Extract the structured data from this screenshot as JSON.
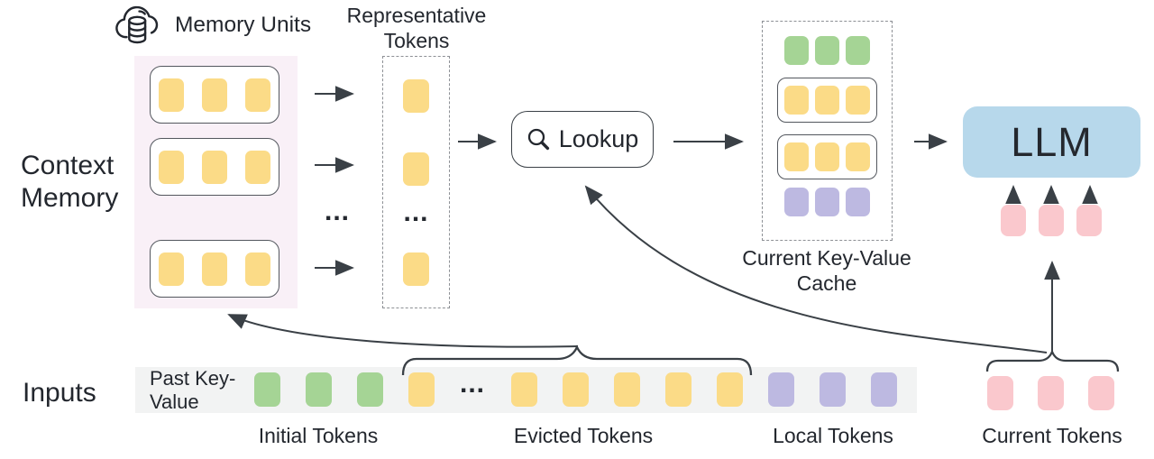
{
  "ellipsis": "...",
  "colors": {
    "yellow": "#fbdb87",
    "green": "#a5d495",
    "purple": "#bdb9e1",
    "pink": "#fac8cd",
    "blue": "#b7d8eb",
    "memory_bg": "#f9f0f7",
    "strip_bg": "#f2f3f3",
    "ink": "#23272e",
    "stroke": "#3a4046"
  },
  "context_memory": {
    "label": "Context Memory",
    "units_title": "Memory Units",
    "units": [
      {
        "tokens": 3
      },
      {
        "tokens": 3
      },
      {
        "tokens": 3
      }
    ]
  },
  "representative": {
    "title": "Representative Tokens",
    "token_count": 3
  },
  "lookup": {
    "label": "Lookup"
  },
  "cache": {
    "label": "Current Key-Value Cache",
    "rows": [
      {
        "color": "green",
        "boxed": false,
        "count": 3
      },
      {
        "color": "yellow",
        "boxed": true,
        "count": 3
      },
      {
        "color": "yellow",
        "boxed": true,
        "count": 3
      },
      {
        "color": "purple",
        "boxed": false,
        "count": 3
      }
    ]
  },
  "llm": {
    "label": "LLM",
    "input_token_count": 3,
    "input_token_color": "pink"
  },
  "inputs": {
    "label": "Inputs",
    "strip_label": "Past Key-Value",
    "past_sequence": [
      "green",
      "green",
      "green",
      "yellow",
      "...",
      "yellow",
      "yellow",
      "yellow",
      "yellow",
      "yellow",
      "purple",
      "purple",
      "purple"
    ],
    "current_token_count": 3,
    "current_token_color": "pink",
    "groups": [
      {
        "label": "Initial Tokens"
      },
      {
        "label": "Evicted Tokens"
      },
      {
        "label": "Local Tokens"
      },
      {
        "label": "Current Tokens"
      }
    ]
  }
}
